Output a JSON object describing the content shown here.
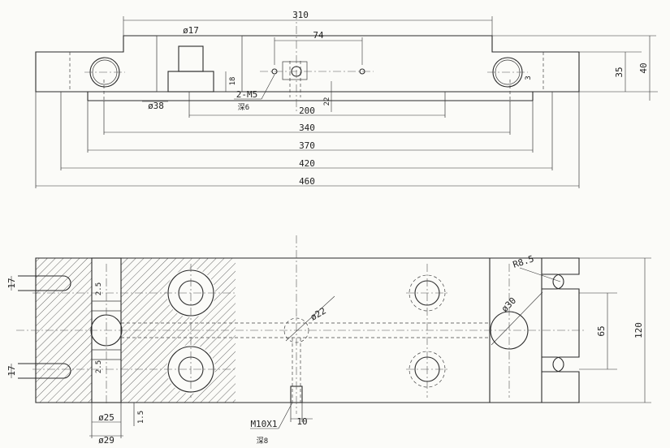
{
  "top_view": {
    "dims": {
      "d310": "310",
      "d74": "74",
      "dia17": "ø17",
      "d35": "35",
      "d40": "40",
      "d18": "18",
      "d3": "3",
      "dia38": "ø38",
      "m5": "2-M5",
      "m5_depth": "深6",
      "d22": "22",
      "d200": "200",
      "d340": "340",
      "d370": "370",
      "d420": "420",
      "d460": "460"
    }
  },
  "plan_view": {
    "dims": {
      "d17a": "17",
      "d17b": "17",
      "d2_5a": "2.5",
      "d2_5b": "2.5",
      "r8_5": "R8.5",
      "dia30": "ø30",
      "dia22": "ø22",
      "d65": "65",
      "d120": "120",
      "dia25": "ø25",
      "dia29": "ø29",
      "d1_5": "1.5",
      "m10": "M10X1",
      "m10_depth": "深8",
      "d10": "10"
    }
  }
}
